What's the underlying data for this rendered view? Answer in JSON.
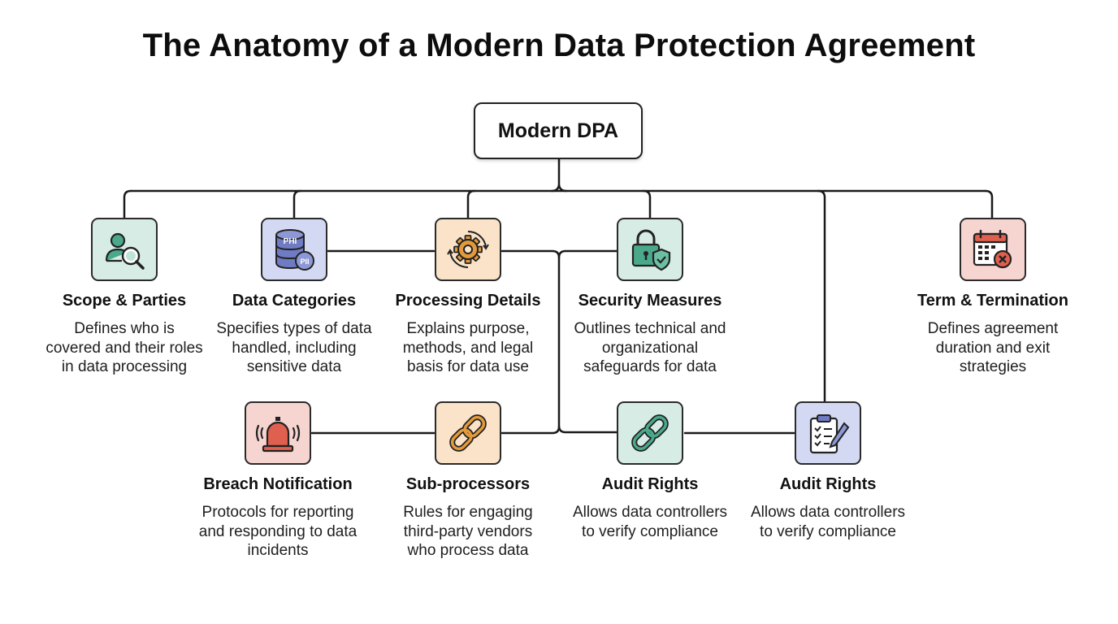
{
  "title": "The Anatomy of a Modern Data Protection Agreement",
  "root": {
    "label": "Modern DPA"
  },
  "colors": {
    "teal_fill": "#d6ece4",
    "blue_fill": "#d3d9f2",
    "orange_fill": "#fae3c8",
    "red_fill": "#f6d4d0",
    "line": "#1a1a1a"
  },
  "nodes": [
    {
      "id": "scope",
      "icon": "person-search-icon",
      "title": "Scope & Parties",
      "desc": "Defines who is covered and their roles in data processing"
    },
    {
      "id": "categories",
      "icon": "database-icon",
      "icon_labels": [
        "PHI",
        "PII"
      ],
      "title": "Data Categories",
      "desc": "Specifies types of data handled, including sensitive data"
    },
    {
      "id": "processing",
      "icon": "gear-cycle-icon",
      "title": "Processing Details",
      "desc": "Explains purpose, methods, and legal basis for data use"
    },
    {
      "id": "security",
      "icon": "lock-shield-icon",
      "title": "Security Measures",
      "desc": "Outlines technical and organizational safeguards for data"
    },
    {
      "id": "term",
      "icon": "calendar-cancel-icon",
      "title": "Term & Termination",
      "desc": "Defines agreement duration and exit strategies"
    },
    {
      "id": "breach",
      "icon": "alarm-bell-icon",
      "title": "Breach Notification",
      "desc": "Protocols for reporting and responding to data incidents"
    },
    {
      "id": "subprocessors",
      "icon": "chain-link-icon",
      "title": "Sub-processors",
      "desc": "Rules for engaging third-party vendors who process data"
    },
    {
      "id": "audit1",
      "icon": "chain-link-icon",
      "title": "Audit Rights",
      "desc": "Allows data controllers to verify compliance"
    },
    {
      "id": "audit2",
      "icon": "clipboard-checklist-icon",
      "title": "Audit Rights",
      "desc": "Allows data controllers to verify compliance"
    }
  ]
}
